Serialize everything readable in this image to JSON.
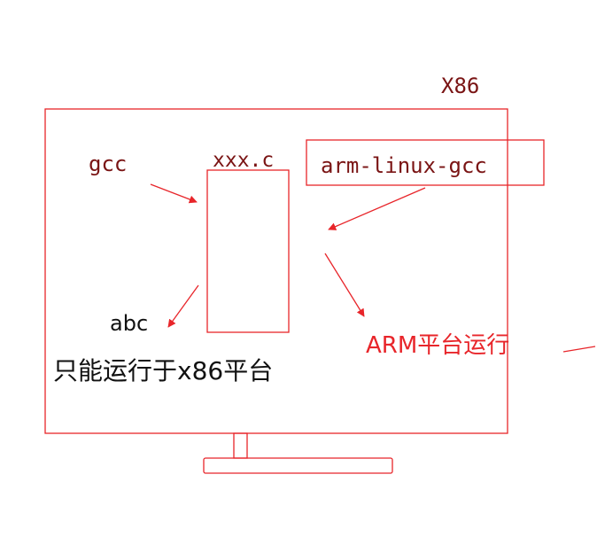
{
  "labels": {
    "platform": "X86",
    "compiler_native": "gcc",
    "source_file": "xxx.c",
    "compiler_cross": "arm-linux-gcc",
    "output_native": "abc",
    "native_caption": "只能运行于x86平台",
    "arm_caption": "ARM平台运行"
  },
  "colors": {
    "frame": "#e8252a",
    "arrow": "#e8252a",
    "dark_text": "#7a1414",
    "red_text": "#e8252a",
    "black_text": "#111111"
  }
}
